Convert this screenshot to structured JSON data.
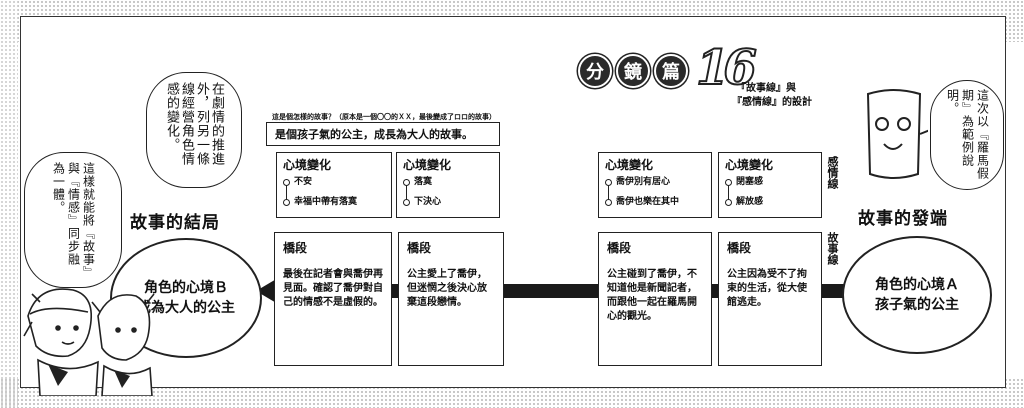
{
  "header": {
    "title_chars": [
      "分",
      "鏡",
      "篇"
    ],
    "title_number": "16",
    "subtitle_line1": "『故事線』與",
    "subtitle_line2": "『感情線』的設計"
  },
  "bubbles": {
    "left_top": "在劇情的推進外，列另一條線經營角色情感的變化。",
    "left_bottom": "這樣就能將『故事』與『情感』同步融為一體。",
    "right": "這次以『羅馬假期』為範例說明。"
  },
  "question": {
    "small": "這是個怎樣的故事？（原本是一個〇〇的ＸＸ，最後變成了ロロ的故事）",
    "answer": "是個孩子氣的公主，成長為大人的故事。"
  },
  "labels": {
    "ending": "故事的結局",
    "beginning": "故事的發端",
    "feeling_line": "感情線",
    "story_line": "故事線"
  },
  "circles": {
    "end_line1": "角色的心境Ｂ",
    "end_line2": "成為大人的公主",
    "start_line1": "角色的心境Ａ",
    "start_line2": "孩子氣的公主"
  },
  "feelings": [
    {
      "title": "心境變化",
      "top": "不安",
      "bottom": "幸福中帶有落寞"
    },
    {
      "title": "心境變化",
      "top": "落寞",
      "bottom": "下決心"
    },
    {
      "title": "心境變化",
      "top": "喬伊別有居心",
      "bottom": "喬伊也樂在其中"
    },
    {
      "title": "心境變化",
      "top": "閉塞感",
      "bottom": "解放感"
    }
  ],
  "stories": [
    {
      "title": "橋段",
      "body": "最後在記者會與喬伊再見面。確認了喬伊對自己的情感不是虛假的。"
    },
    {
      "title": "橋段",
      "body": "公主愛上了喬伊，但迷惘之後決心放棄這段戀情。"
    },
    {
      "title": "橋段",
      "body": "公主碰到了喬伊，不知道他是新聞記者，而跟他一起在羅馬開心的觀光。"
    },
    {
      "title": "橋段",
      "body": "公主因為受不了拘束的生活，從大使館逃走。"
    }
  ]
}
